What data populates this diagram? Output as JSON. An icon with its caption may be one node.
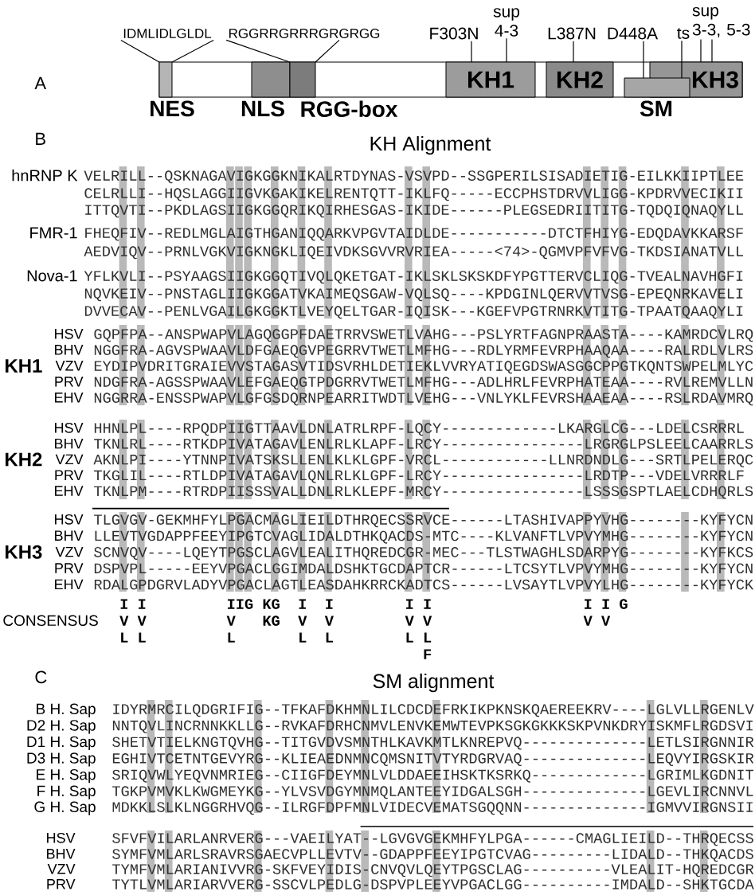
{
  "diagram": {
    "nodes": [
      {
        "text": [
          "IDMLIDLGLDL"
        ]
      },
      {
        "text": [
          "RGGRRGRRRGRGRGG"
        ]
      },
      {
        "text": [
          "F303N"
        ]
      },
      {
        "text": [
          "sup 4-3"
        ]
      },
      {
        "text": [
          "L387N"
        ]
      },
      {
        "text": [
          "D448A"
        ]
      },
      {
        "text": [
          "ts"
        ]
      },
      {
        "text": [
          "sup 3-3, 5-3"
        ]
      },
      {
        "text": [
          "NES"
        ]
      },
      {
        "text": [
          "NLS"
        ]
      },
      {
        "text": [
          "RGG-box"
        ]
      },
      {
        "text": [
          "KH1"
        ]
      },
      {
        "text": [
          "KH2"
        ]
      },
      {
        "text": [
          "SM"
        ]
      },
      {
        "text": [
          "KH3"
        ]
      }
    ],
    "edges": [
      {
        "from": 0,
        "to": 8,
        "arrow": "none"
      },
      {
        "from": 0,
        "to": 8,
        "arrow": "none"
      },
      {
        "from": 1,
        "to": 10,
        "arrow": "none"
      },
      {
        "from": 1,
        "to": 10,
        "arrow": "none"
      },
      {
        "from": 2,
        "to": 11,
        "arrow": "none"
      },
      {
        "from": 3,
        "to": 11,
        "arrow": "none"
      },
      {
        "from": 4,
        "to": 12,
        "arrow": "none"
      },
      {
        "from": 5,
        "to": 13,
        "arrow": "none"
      },
      {
        "from": 6,
        "to": 13,
        "arrow": "none"
      },
      {
        "from": 7,
        "to": 14,
        "arrow": "none"
      },
      {
        "from": 7,
        "to": 14,
        "arrow": "none"
      }
    ],
    "labels": [
      "A",
      "B",
      "KH Alignment",
      "hnRNP K",
      "VELRILL--QSKNAGAVIGKGGKNIKALRTDYNAS-VSVPD--SSGPERILSISADIETIG-EILKKIIPTLEE",
      "CELRLLI--HQSLAGGIIGVKGAKIKELRENTQTT-IKLFQ-----ECCPHSTDRVVLIGG-KPDRVVECIKII",
      "ITTQVTI--PKDLAGSIIGKGGQRIKQIRHESGAS-IKIDE------PLEGSEDRIITITG-TQDQIQNAQYLL",
      "FMR-1",
      "FHEQFIV--REDLMGLAIGTHGANIQQARKVPGVTAIDLDE-----------DTCTFHIYG-EDQDAVKKARSF",
      "AEDVIQV--PRNLVGKVIGKNGKLIQEIVDKSGVVRVRIEA-----<74>-QGMVPFVFVG-TKDSIANATVLL",
      "Nova-1",
      "YFLKVLI--PSYAAGSIIGKGGQTIVQLQKETGAT-IKLSKLSKSKDFYPGTTERVCLIQG-TVEALNAVHGFI",
      "NQVKEIV--PNSTAGLIIGKGGATVKAIMEQSGAW-VQLSQ----KPDGINLQERVVTVSG-EPEQNRKAVELI",
      "DVVECAV--PENLVGAILGKGGKTLVEYQELTGAR-IQISK---KGEFVPGTRNRKVTITG-TPAATQAAQYLI",
      "HSV",
      "GQPFPA--ANSPWAPVLAGQGGPFDAETRRVSWETLVAHG---PSLYRTFAGNPRAASTA----KAMRDCVLRQ",
      "BHV",
      "NGGFRA-AGVSPWAAVLDFGAEQGVPEGRRVTWETLMFHG---RDLYRMFEVRPHAAQAA----RALRDLVLRS",
      "KH1",
      "VZV",
      "EYDIPVDRITGRAIEVVSTAGASVTIDSVRHLDETIEKLVVRYATIQEGDSWASGGCPPGTKQNTSWPELMLYC",
      "PRV",
      "NDGFRA-AGSSPWAAVLEFGAEQGTPDGRRVTWETLMFHG---ADLHRLFEVRPHATEAA----RVLREMVLLN",
      "EHV",
      "NGGRRA-ENSSPWAPVLGFGSDQRNPEARRITWDTLVEHG---VNLYKLFEVRSHAAEAA----RSLRDAVMRQ",
      "HSV",
      "HHNLPL----RPQDPIIGTTAAVLDNLATRLRPF-LQCY-------------LKARGLCG---LDELCSRRRL",
      "BHV",
      "TKNLRL----RTKDPIVATAGAVLENLRLKLAPF-LRCY----------------LRGRGLPSLEELCAARRLS",
      "KH2",
      "VZV",
      "AKNLPI----YTNNPIVATSKSLLENLKLKLGPF-VRCL------------LLNRDNDLG---SRTLPELERQC",
      "PRV",
      "TKGLIL----RTLDPIVATAGAVLQNLRLKLGPF-LRCY----------------LRDTP---VDELVRRRLF",
      "EHV",
      "TKNLPM----RTRDPIISSSVALLDNLRLKLEPF-MRCY----------------LSSSGSPTLAELCDHQRLS",
      "HSV",
      "TLGVGV-GEKMHFYLPGACMAGLIEILDTHRQECSSRVCE------LTASHIVAPPYVHG--------KYFYCN",
      "BHV",
      "LLEVTVGDAPPFEEYIPGTCVAGLIDALDTHKQACDS-MTC----KLVANFTLVPVYMHG--------KYFYCN",
      "KH3",
      "VZV",
      "SCNVQV----LQEYTPGSCLAGVLEALITHQREDCGR-MEC---TLSTWAGHLSDARPYG--------KYFKCS",
      "PRV",
      "DSPVPL-----EEYVPGACLGGIMDALDSHKTGCDAPTCR------LTCSYTLVPVYMHG--------KYFYCN",
      "EHV",
      "RDALGPDGRVLADYVPGACLAGTLEASDAHKRRCKADTCS------LVSAYTLVPVYLHG--------KYFYCK",
      "I I",
      "IIG KG",
      "I",
      "I",
      "I I",
      "I I G",
      "CONSENSUS",
      "V V",
      "V",
      "KG",
      "V",
      "V",
      "V V",
      "V V",
      "L L",
      "L",
      "L",
      "L",
      "L L",
      "F",
      "C",
      "SM alignment",
      "B H. Sap",
      "IDYRMRCILQDGRIFIG--TFKAFDKHMNLILCDCDEFRKIKPKNSKQAEREEKRV----LGLVLLRGENLV",
      "D2 H. Sap",
      "NNTQVLINCRNNKKLLG--RVKAFDRHCNMVLENVKEMWTEVPKSGKGKKKSKPVNKDRYISKMFLRGDSVI",
      "D1 H. Sap",
      "SHETVTIELKNGTQVHG--TITGVDVSMNTHLKAVKMTLKNREPVQ--------------LETLSIRGNNIR",
      "D3 H. Sap",
      "EGHIVTCETNTGEVYRG--KLIEAEDNMNCQMSNITVTYRDGRVAQ--------------LEQVYIRGSKIR",
      "E H. Sap",
      "SRIQVWLYEQVNMRIEG--CIIGFDEYMNLVLDDAEEIHSKTKSRKQ-------------LGRIMLKGDNIT",
      "F H. Sap",
      "TGKPVMVKLKWGMEYKG--YLVSVDGYMNMQLANTEEYIDGALSGH--------------LGEVLIRCNNVL",
      "G H. Sap",
      "MDKKLSLKLNGGRHVQG--ILRGFDPFMNLVIDECVEMATSGQQNN--------------IGMVVIRGNSII",
      "HSV",
      "SFVFVILARLANRVERG---VAEILYAT--LGVGVGEKMHFYLPGA------CMAGLIEILD--THRQECSS",
      "BHV",
      "SYMFVMLARLSRAVRSGAECVPLLEVTV--GDAPPFEEYIPGTCVAG---------LIDALD--THKQACDS",
      "VZV",
      "TYMFVMLARIANIVVRG-SKFVEYIDIS-CNVQVLQEYTPGSCLAG----------VLEALIT-HQREDCGR",
      "PRV",
      "TYTLVMLARIARVVERG-SSCVLPEDLG-DSPVPLEEYVPGACLGG----------IMDALD--SHKTGCDA"
    ]
  }
}
